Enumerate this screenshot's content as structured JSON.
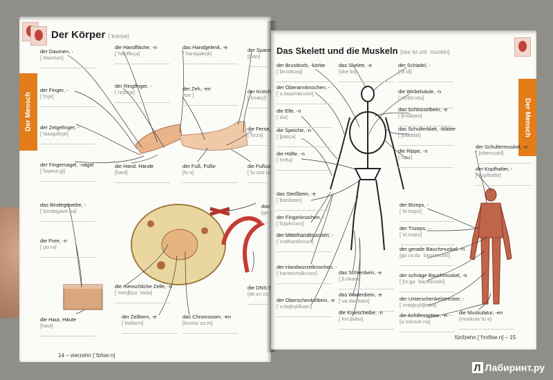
{
  "left": {
    "title": "Der Körper",
    "title_ipa": "[ˈkœrpɐ]",
    "tab": "Der Mensch",
    "labels": [
      {
        "t": "der Daumen, -",
        "p": "[ˈdaʊmən]"
      },
      {
        "t": "die Handfläche, -n",
        "p": "[ˈhantflɛçə]"
      },
      {
        "t": "das Handgelenk, -e",
        "p": "[ˈhantgəlɛŋk]"
      },
      {
        "t": "der Spann, -e",
        "p": "[ʃpan]"
      },
      {
        "t": "der Finger, -",
        "p": "[ˈfɪŋɐ]"
      },
      {
        "t": "der Ringfinger, -",
        "p": "[ˈrɪŋfɪŋɐ]"
      },
      {
        "t": "der Zeh, -en",
        "p": "[tseː]"
      },
      {
        "t": "der Knöchel, -",
        "p": "[ˈknœçl]"
      },
      {
        "t": "der Zeigefinger, -",
        "p": "[ˈtsaɪgəfɪŋɐ]"
      },
      {
        "t": "die Ferse, -n",
        "p": "[ˈfɛrzə]"
      },
      {
        "t": "der Fingernagel, -nägel",
        "p": "[ˈfɪŋɐnaːgl]"
      },
      {
        "t": "die Hand, Hände",
        "p": "[hant]"
      },
      {
        "t": "der Fuß, Füße",
        "p": "[fuːs]"
      },
      {
        "t": "die Fußsohle, -n",
        "p": "[ˈfuːszoːlə]"
      },
      {
        "t": "das Bindegewebe, -",
        "p": "[ˈbɪndəgəveːbə]"
      },
      {
        "t": "das Gen, -e",
        "p": "[geːn]"
      },
      {
        "t": "die Pore, -n",
        "p": "[ˈpoːrə]"
      },
      {
        "t": "die menschliche Zelle, -n",
        "p": "[ˈmɛnʃlɪçə ˈtsɛlə]"
      },
      {
        "t": "die DNS-Struktur, -en",
        "p": "[deːɛnˈɛs ʃtrʊkˈtuːɐ]"
      },
      {
        "t": "die Haut, Häute",
        "p": "[haʊt]"
      },
      {
        "t": "der Zellkern, -e",
        "p": "[ˈtsɛlkɛrn]"
      },
      {
        "t": "das Chromosom, -en",
        "p": "[kromoˈzoːm]"
      }
    ],
    "footer": "14 – vierzehn [ˈfɪrtseːn]"
  },
  "right": {
    "title": "Das Skelett und die Muskeln",
    "title_ipa": "[skeˈlɛt ʊnt ˈmʊskln]",
    "tab": "Der Mensch",
    "labels": [
      {
        "t": "der Brustkorb, -körbe",
        "p": "[ˈbrʊstkɔrp]"
      },
      {
        "t": "das Skelett, -e",
        "p": "[skeˈlɛt]"
      },
      {
        "t": "der Schädel, -",
        "p": "[ˈʃɛːdl]"
      },
      {
        "t": "der Oberarmknochen, -",
        "p": "[ˈoːbɐarmknɔxn]"
      },
      {
        "t": "die Wirbelsäule, -n",
        "p": "[ˈvɪrblzɔɪlə]"
      },
      {
        "t": "die Elle, -n",
        "p": "[ˈɛlə]"
      },
      {
        "t": "das Schlüsselbein, -e",
        "p": "[ˈʃlʏslbaɪn]"
      },
      {
        "t": "die Speiche, -n",
        "p": "[ˈʃpaɪçə]"
      },
      {
        "t": "das Schulterblatt, -blätter",
        "p": "[ˈʃʊltɐblat]"
      },
      {
        "t": "die Hüfte, -n",
        "p": "[ˈhʏftə]"
      },
      {
        "t": "die Rippe, -n",
        "p": "[ˈrɪpə]"
      },
      {
        "t": "der Schultermuskel, -n",
        "p": "[ˈʃʊltɐmʊskl]"
      },
      {
        "t": "der Kopfhalter, -",
        "p": "[ˈkɔpfhaltɐ]"
      },
      {
        "t": "das Steißbein, -e",
        "p": "[ˈʃtaɪsbaɪn]"
      },
      {
        "t": "der Bizeps, -",
        "p": "[ˈbiːtsɛps]"
      },
      {
        "t": "der Fingerknochen, -",
        "p": "[ˈfɪŋɐknɔxn]"
      },
      {
        "t": "der Trizeps, -",
        "p": "[ˈtriːtsɛps]"
      },
      {
        "t": "der Mittelhandknochen, -",
        "p": "[ˈmɪtlhantknɔxn]"
      },
      {
        "t": "der gerade Bauchmuskel, -n",
        "p": "[gəˈraːdə ˈbaʊxmʊskl]"
      },
      {
        "t": "der Handwurzelknochen, -",
        "p": "[ˈhantvʊrtslknɔxn]"
      },
      {
        "t": "der schräge Bauchmuskel, -n",
        "p": "[ˈʃrɛːgə ˈbaʊxmʊskl]"
      },
      {
        "t": "das Schienbein, -e",
        "p": "[ˈʃiːnbaɪn]"
      },
      {
        "t": "der Unterschenkelstrecker, -",
        "p": "[ˈʊntɐʃɛŋklʃtrɛkɐ]"
      },
      {
        "t": "das Wadenbein, -e",
        "p": "[ˈvaːdənbaɪn]"
      },
      {
        "t": "der Oberschenkelbein, -e",
        "p": "[ˈoːbɐʃɛŋklbaɪn]"
      },
      {
        "t": "die Kniescheibe, -n",
        "p": "[ˈkniːʃaɪbə]"
      },
      {
        "t": "die Achillessehne, -n",
        "p": "[aˈxɪlɛszeːnə]"
      },
      {
        "t": "die Muskulatur, -en",
        "p": "[mʊskulaˈtuːɐ]"
      }
    ],
    "footer": "fünfzehn [ˈfʏnftseːn] – 15"
  },
  "watermark": "Лабиринт.ру",
  "watermark_logo": "Л",
  "colors": {
    "accent": "#e27d1a",
    "page": "#fbfbf8",
    "background": "#8f8e89"
  }
}
